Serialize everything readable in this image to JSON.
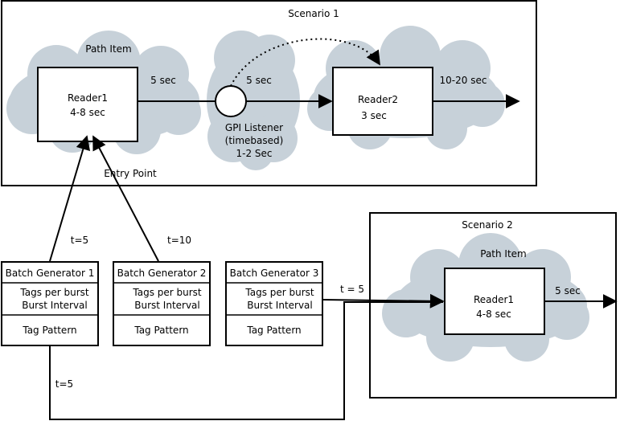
{
  "scenario1": {
    "title": "Scenario 1",
    "path_item": "Path Item",
    "entry_point": "Entry Point",
    "reader1": {
      "name": "Reader1",
      "time": "4-8 sec"
    },
    "reader1_out": "5 sec",
    "gpi": {
      "delay": "5 sec",
      "line1": "GPI Listener",
      "line2": "(timebased)",
      "line3": "1-2 Sec"
    },
    "reader2": {
      "name": "Reader2",
      "time": "3 sec"
    },
    "reader2_out": "10-20 sec"
  },
  "scenario2": {
    "title": "Scenario 2",
    "path_item": "Path Item",
    "reader1": {
      "name": "Reader1",
      "time": "4-8 sec"
    },
    "reader1_out": "5 sec"
  },
  "generators": [
    {
      "title": "Batch Generator 1",
      "row1": "Tags per burst",
      "row2": "Burst Interval",
      "pattern": "Tag Pattern"
    },
    {
      "title": "Batch Generator 2",
      "row1": "Tags per burst",
      "row2": "Burst Interval",
      "pattern": "Tag Pattern"
    },
    {
      "title": "Batch Generator 3",
      "row1": "Tags per burst",
      "row2": "Burst Interval",
      "pattern": "Tag Pattern"
    }
  ],
  "edges": {
    "gen1_to_reader1": "t=5",
    "gen2_to_reader1": "t=10",
    "gen3_to_s2": "t = 5",
    "gen1_to_s2": "t=5"
  }
}
